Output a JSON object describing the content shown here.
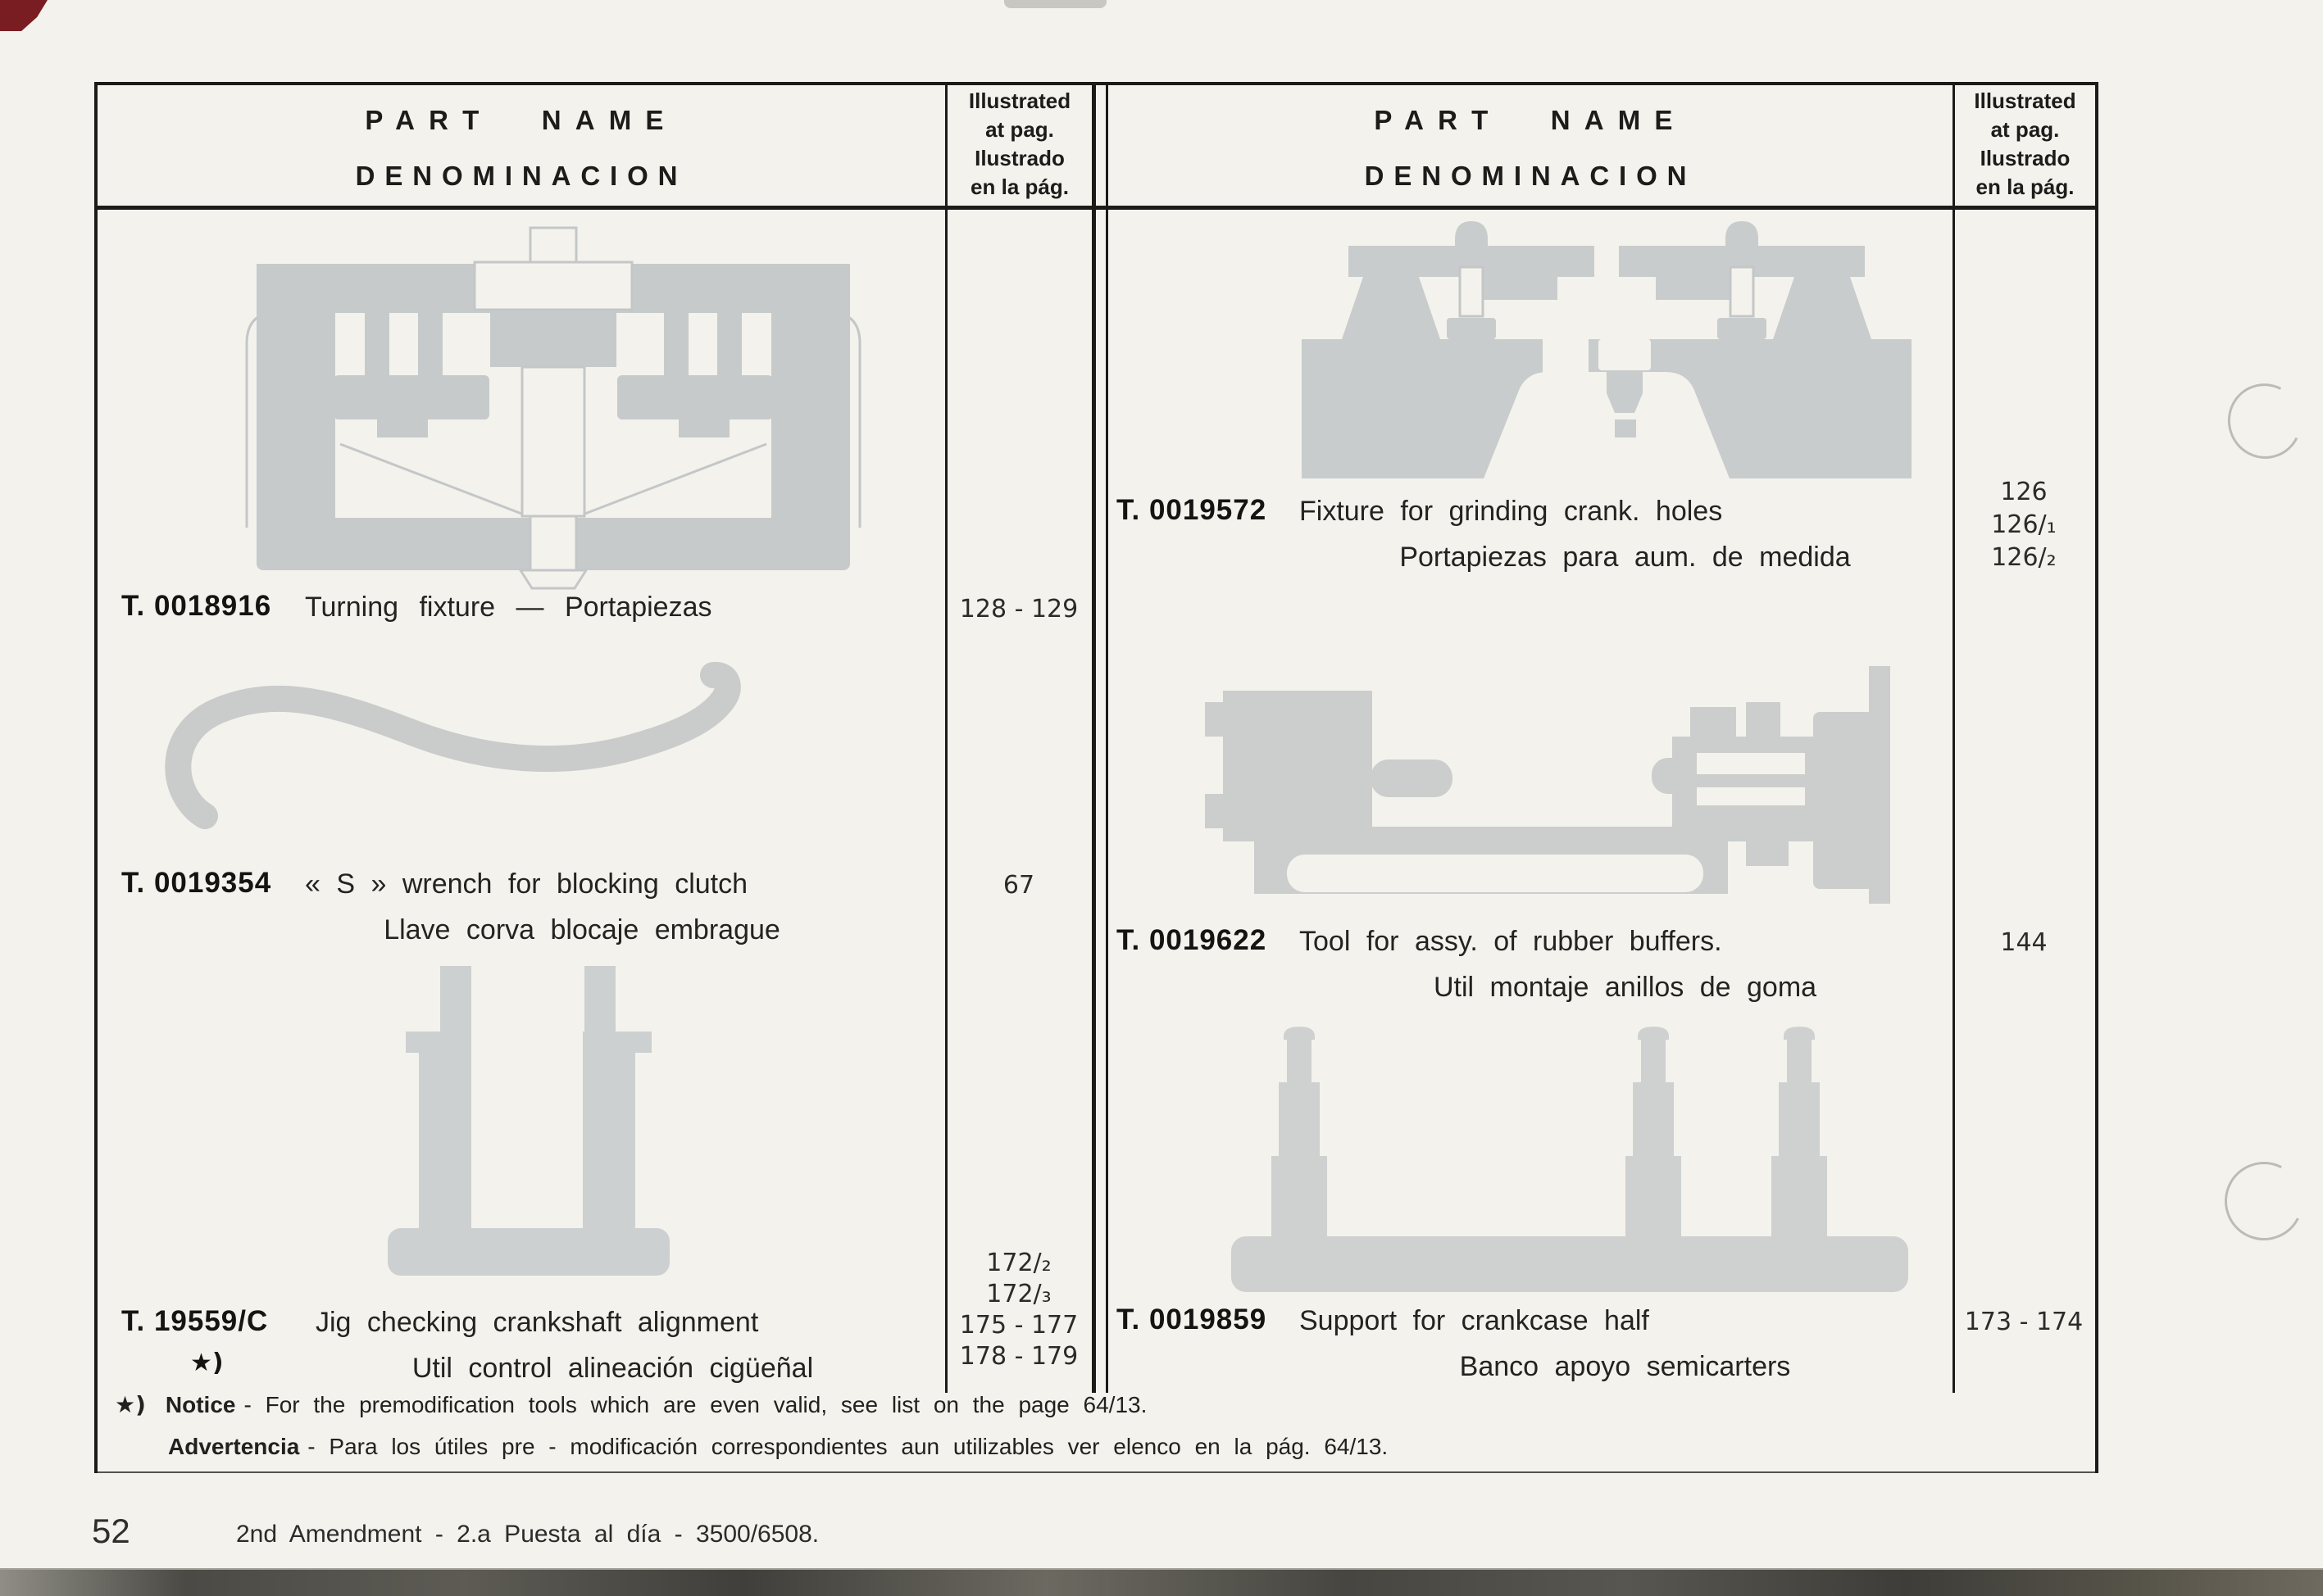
{
  "header": {
    "part_name": "PART NAME",
    "denominacion": "DENOMINACION",
    "illustrated": [
      "Illustrated",
      "at pag.",
      "Ilustrado",
      "en la pág."
    ]
  },
  "columns": {
    "left": [
      {
        "code": "T. 0018916",
        "line1": "Turning fixture — Portapiezas",
        "pages": [
          "128 - 129"
        ]
      },
      {
        "code": "T. 0019354",
        "line1": "« S » wrench for blocking clutch",
        "line2": "Llave corva blocaje embrague",
        "pages": [
          "67"
        ]
      },
      {
        "code": "T. 19559/C",
        "star": "★)",
        "line1": "Jig checking crankshaft alignment",
        "line2": "Util control alineación cigüeñal",
        "pages": [
          "172/₂",
          "172/₃",
          "175 - 177",
          "178 - 179"
        ]
      }
    ],
    "right": [
      {
        "code": "T. 0019572",
        "line1": "Fixture for grinding crank. holes",
        "line2": "Portapiezas para aum. de medida",
        "pages": [
          "126",
          "126/₁",
          "126/₂"
        ]
      },
      {
        "code": "T. 0019622",
        "line1": "Tool for assy. of rubber buffers.",
        "line2": "Util montaje anillos de goma",
        "pages": [
          "144"
        ]
      },
      {
        "code": "T. 0019859",
        "line1": "Support for crankcase half",
        "line2": "Banco apoyo semicarters",
        "pages": [
          "173 - 174"
        ]
      }
    ]
  },
  "illustrations": {
    "left": [
      "turning-fixture",
      "s-wrench",
      "crankshaft-alignment-jig"
    ],
    "right": [
      "crank-grinding-fixture",
      "rubber-buffer-tool",
      "crankcase-support"
    ]
  },
  "notes": {
    "star": "★)",
    "notice_label": "Notice",
    "notice_text": "- For the premodification tools which are even valid, see list on the page 64/13.",
    "advertencia_label": "Advertencia",
    "advertencia_text": "- Para los útiles pre - modificación correspondientes aun utilizables ver elenco en la pág. 64/13."
  },
  "footer": {
    "page_number": "52",
    "amendment": "2nd Amendment - 2.a Puesta al día - 3500/6508."
  }
}
